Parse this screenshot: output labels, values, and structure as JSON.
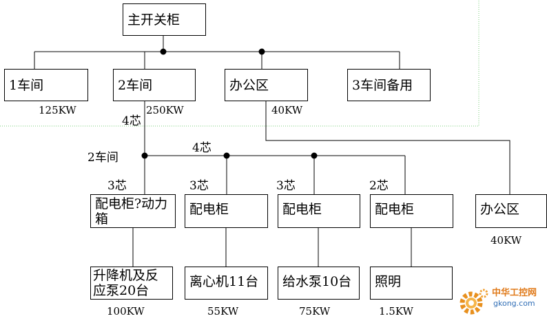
{
  "diagram": {
    "nodes": {
      "main_switch": "主开关柜",
      "ws1": "1车间",
      "ws2": "2车间",
      "office_top": "办公区",
      "ws3_spare": "3车间备用",
      "cab_power": "配电柜?动力箱",
      "cab2": "配电柜",
      "cab3": "配电柜",
      "cab4": "配电柜",
      "office_right": "办公区",
      "lift_pump": "升降机及反应泵20台",
      "centrifuge": "离心机11台",
      "water_pump": "给水泵10台",
      "lighting": "照明"
    },
    "labels": {
      "kw_ws1": "125KW",
      "kw_ws2": "250KW",
      "kw_office": "40KW",
      "core_ws2": "4芯",
      "ws2_bus": "2车间",
      "core_bus": "4芯",
      "core_power": "3芯",
      "core_cab2": "3芯",
      "core_cab3": "3芯",
      "core_cab4": "2芯",
      "kw_office_right": "40KW",
      "kw_lift": "100KW",
      "kw_centrifuge": "55KW",
      "kw_pump": "75KW",
      "kw_lighting": "1.5KW"
    },
    "watermark": {
      "name": "中华工控网",
      "url": "gkong.com"
    }
  }
}
